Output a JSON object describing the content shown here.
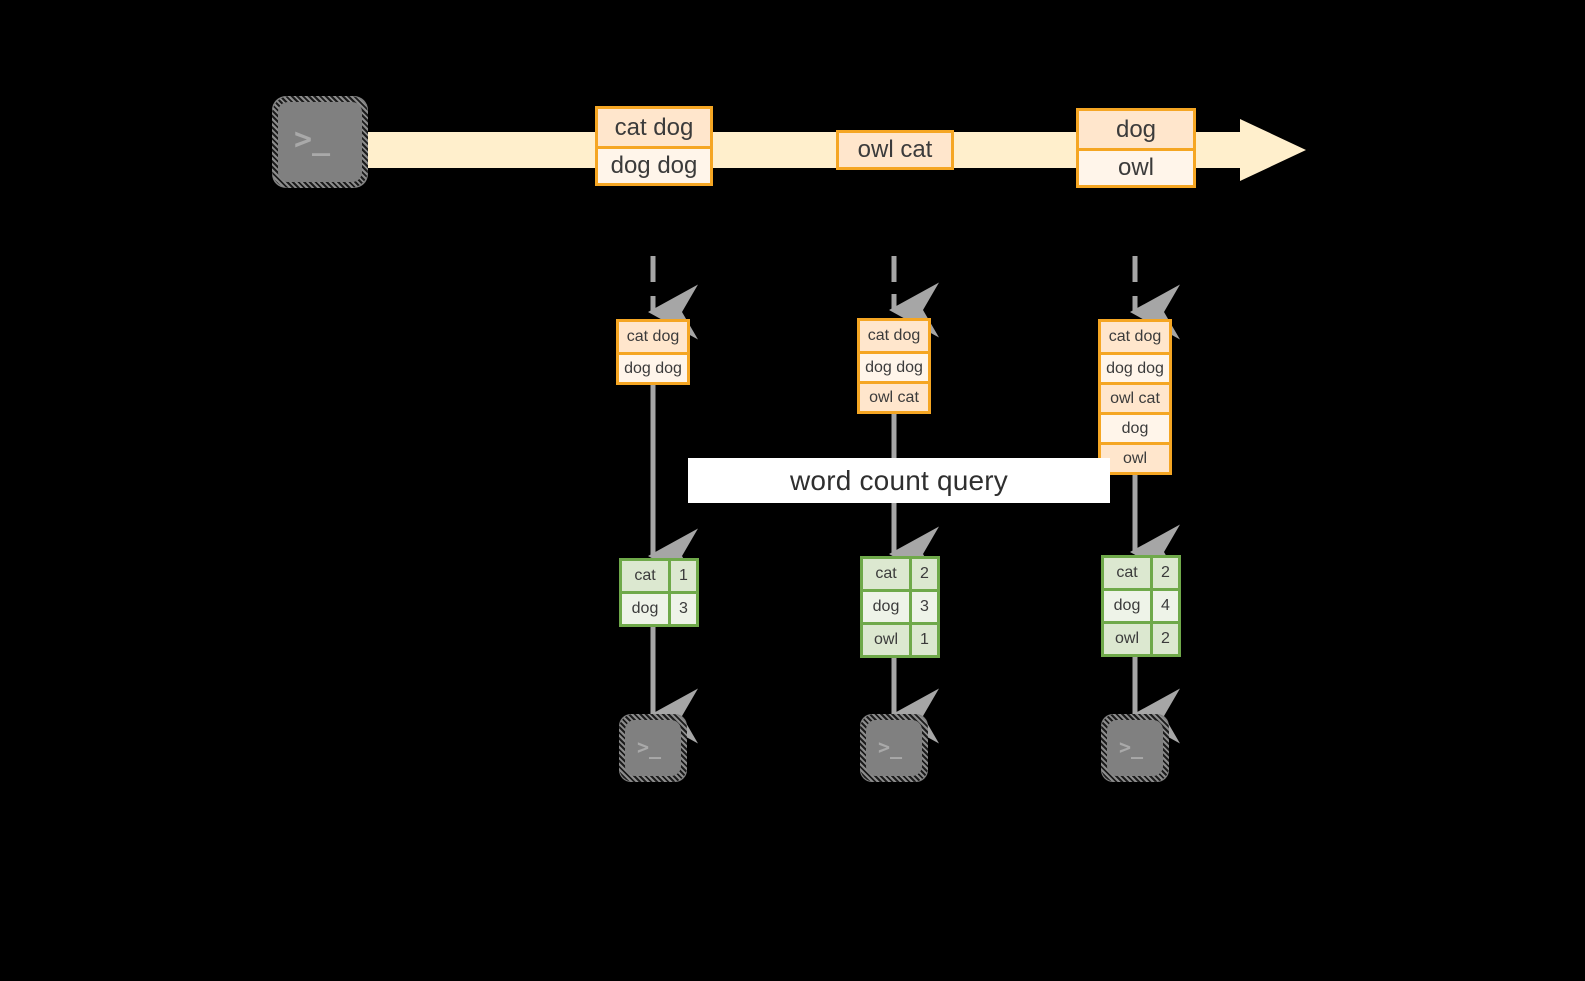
{
  "diagram": {
    "title": "word count streaming query",
    "colors": {
      "background": "#000000",
      "stream_band": "#FFEFCC",
      "record_border": "#F5A623",
      "record_fill_dark": "#FFE6CC",
      "record_fill_light": "#FFF5EA",
      "result_border": "#6FA94A",
      "result_fill_dark": "#DCE8D0",
      "result_fill_light": "#EEF3E8",
      "connector": "#A6A6A6",
      "terminal_fill": "#808080",
      "query_band_fill": "#FFFFFF",
      "text": "#3b3b3b"
    }
  },
  "source": {
    "icon": "terminal-icon",
    "prompt": ">_"
  },
  "stream": {
    "icon": "right-arrow-band",
    "batches": [
      {
        "lines": [
          "cat dog",
          "dog dog"
        ]
      },
      {
        "lines": [
          "owl cat"
        ]
      },
      {
        "lines": [
          "dog",
          "owl"
        ]
      }
    ]
  },
  "query": {
    "label": "word count query"
  },
  "columns": [
    {
      "name": "trigger-1",
      "input_state": {
        "lines": [
          "cat dog",
          "dog dog"
        ]
      },
      "result": {
        "rows": [
          {
            "word": "cat",
            "count": "1"
          },
          {
            "word": "dog",
            "count": "3"
          }
        ]
      },
      "sink": {
        "icon": "terminal-icon",
        "prompt": ">_"
      }
    },
    {
      "name": "trigger-2",
      "input_state": {
        "lines": [
          "cat dog",
          "dog dog",
          "owl cat"
        ]
      },
      "result": {
        "rows": [
          {
            "word": "cat",
            "count": "2"
          },
          {
            "word": "dog",
            "count": "3"
          },
          {
            "word": "owl",
            "count": "1"
          }
        ]
      },
      "sink": {
        "icon": "terminal-icon",
        "prompt": ">_"
      }
    },
    {
      "name": "trigger-3",
      "input_state": {
        "lines": [
          "cat dog",
          "dog dog",
          "owl cat",
          "dog",
          "owl"
        ]
      },
      "result": {
        "rows": [
          {
            "word": "cat",
            "count": "2"
          },
          {
            "word": "dog",
            "count": "4"
          },
          {
            "word": "owl",
            "count": "2"
          }
        ]
      },
      "sink": {
        "icon": "terminal-icon",
        "prompt": ">_"
      }
    }
  ]
}
